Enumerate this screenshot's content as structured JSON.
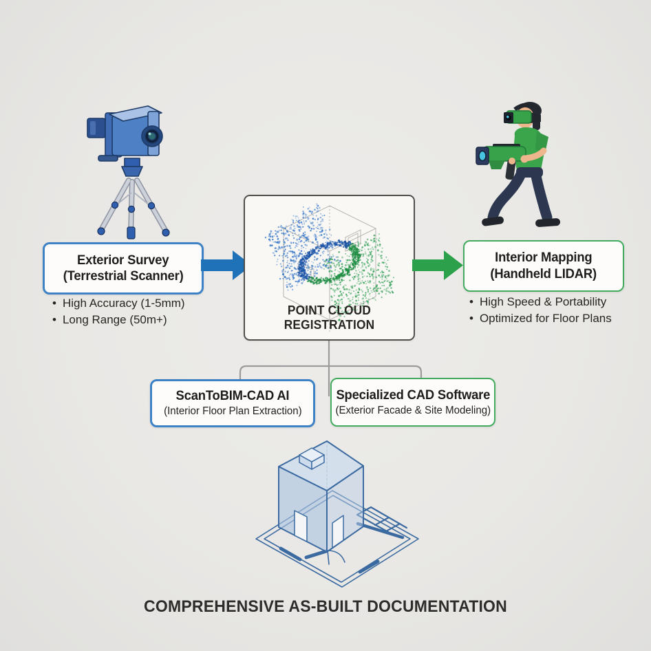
{
  "colors": {
    "background": "#e9e8e5",
    "blue_accent": "#1f72b8",
    "blue_border": "#3d82c6",
    "green_accent": "#2da04b",
    "green_border": "#43ab5e",
    "box_bg": "#fdfcfa",
    "center_border": "#4f4f4d",
    "connector_gray": "#9b9b9b",
    "text_dark": "#1d1c1a",
    "blueprint_blue": "#3b6aa0",
    "point_blue": "#3a78c8",
    "point_blue_dark": "#1d55a8",
    "point_green": "#3aa25c",
    "point_green_dark": "#1e8c42"
  },
  "illustrations": {
    "terrestrial_scanner": "terrestrial-scanner-on-tripod",
    "handheld_lidar": "person-with-vr-headset-holding-handheld-lidar",
    "point_cloud": "point-cloud-registration-cube",
    "building": "building-model-over-isometric-floor-plan"
  },
  "exterior": {
    "title_line1": "Exterior Survey",
    "title_line2": "(Terrestrial Scanner)",
    "bullets": [
      "High Accuracy (1-5mm)",
      "Long Range (50m+)"
    ]
  },
  "interior": {
    "title_line1": "Interior Mapping",
    "title_line2": "(Handheld LIDAR)",
    "bullets": [
      "High Speed & Portability",
      "Optimized for Floor Plans"
    ]
  },
  "registration": {
    "label": "POINT CLOUD REGISTRATION"
  },
  "outputs": {
    "scantobim": {
      "title": "ScanToBIM-CAD AI",
      "subtitle": "(Interior Floor Plan Extraction)"
    },
    "cad": {
      "title": "Specialized CAD Software",
      "subtitle": "(Exterior Facade & Site Modeling)"
    }
  },
  "footer": {
    "title": "COMPREHENSIVE AS-BUILT DOCUMENTATION"
  }
}
